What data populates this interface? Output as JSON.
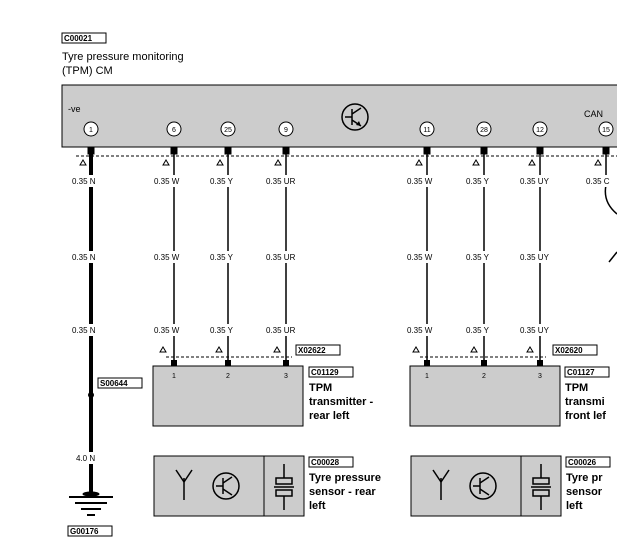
{
  "ecu": {
    "code": "C00021",
    "title_line1": "Tyre pressure monitoring",
    "title_line2": "(TPM) CM",
    "ground_label": "-ve",
    "can_label": "CAN",
    "pins": [
      "1",
      "6",
      "25",
      "9",
      "11",
      "28",
      "12",
      "15"
    ]
  },
  "wires": {
    "ground": [
      "0.35 N",
      "0.35 N",
      "0.35 N"
    ],
    "w1": [
      "0.35 W",
      "0.35 W",
      "0.35 W"
    ],
    "y1": [
      "0.35 Y",
      "0.35 Y",
      "0.35 Y"
    ],
    "ur": [
      "0.35 UR",
      "0.35 UR",
      "0.35 UR"
    ],
    "w2": [
      "0.35 W",
      "0.35 W",
      "0.35 W"
    ],
    "y2": [
      "0.35 Y",
      "0.35 Y",
      "0.35 Y"
    ],
    "uy": [
      "0.35 UY",
      "0.35 UY",
      "0.35 UY"
    ],
    "can_first": "0.35 C",
    "ground_lower": "4.0 N"
  },
  "splice": {
    "code": "S00644"
  },
  "ground_point": {
    "code": "G00176"
  },
  "connectors": {
    "rear": "X02622",
    "front": "X02620"
  },
  "transmitter_rear": {
    "code": "C01129",
    "pins": [
      "1",
      "2",
      "3"
    ],
    "line1": "TPM",
    "line2": "transmitter -",
    "line3": "rear left"
  },
  "transmitter_front": {
    "code": "C01127",
    "pins": [
      "1",
      "2",
      "3"
    ],
    "line1": "TPM",
    "line2": "transmi",
    "line3": "front lef"
  },
  "sensor_rear": {
    "code": "C00028",
    "line1": "Tyre pressure",
    "line2": "sensor - rear",
    "line3": "left"
  },
  "sensor_front": {
    "code": "C00026",
    "line1": "Tyre pr",
    "line2": "sensor",
    "line3": "left"
  }
}
